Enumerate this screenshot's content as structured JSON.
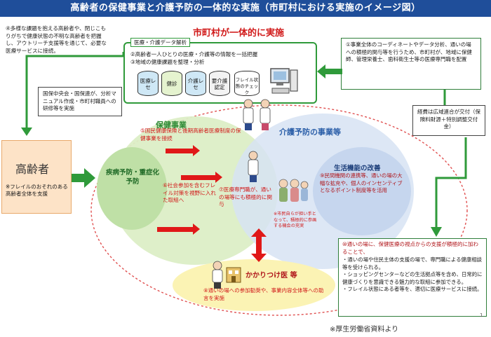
{
  "title": "高齢者の保健事業と介護予防の一体的な実施（市町村における実施のイメージ図）",
  "municipality_heading": "市町村が一体的に実施",
  "note4": "④多様な課題を抱える高齢者や、閉じこもりがちで健康状態の不明な高齢者を把握し、アウトリーチ支援等を通じて、必要な医療サービスに接続。",
  "data_analysis_tab": "医療・介護データ解析",
  "step2": "②高齢者一人ひとりの医療・介護等の情報を一括把握",
  "step3": "③地域の健康課題を整理・分析",
  "databases": [
    "医療レセ",
    "健診",
    "介護レセ",
    "要介護認定"
  ],
  "frail_check": "フレイル状態のチェック",
  "note1": "①事業全体のコーディネートやデータ分析、通いの場への積極的関与等を行うため、市町村が、地域に保健師、管理栄養士、歯科衛生士等の医療専門職を配置",
  "central_note": "国保中央会・国保連が、分析マニュアル作成・市町村職員への研修等を実施",
  "cost_note": "経費は広域連合が交付（保険料財源＋特別調整交付金）",
  "elderly_title": "高齢者",
  "elderly_note": "※フレイルのおそれのある高齢者全体を支援",
  "health_program": "保健事業",
  "care_prevention": "介護予防の事業等",
  "disease_prevention": "疾病予防・重症化予防",
  "step5": "⑤国民健康保険と後期高齢者医療制度の保健事業を接続",
  "step6": "⑥社会参加を含むフレイル対策を視野に入れた取組へ",
  "step7": "⑦医療専門職が、通いの場等にも積極的に関与",
  "life_function": "生活機能の改善",
  "step9": "⑨民間機関の連携等、通いの場の大幅な拡充や、個人のインセンティブとなるポイント制度等を活用",
  "resident_note": "※市民自らが担い手となって、積極的に参画する機会の充実",
  "family_doctor": "かかりつけ医 等",
  "step8": "⑧通いの場への参加勧奨や、事業内容全体等への助言を実施",
  "step10_head": "⑩通いの場に、保健医療の視点からの支援が積極的に加わることで、",
  "step10_items": [
    "通いの場や住民主体の支援の場で、専門職による健康相談等を受けられる。",
    "ショッピングセンターなどの生活拠点等を含め、日常的に健康づくりを意識できる魅力的な取組に参加できる。",
    "フレイル状態にある者等を、適切に医療サービスに接続。"
  ],
  "source": "※厚生労働省資料より",
  "page_number": "1",
  "colors": {
    "title_bg": "#1f4e9a",
    "green": "#2f9a3a",
    "red": "#e01818",
    "health_circle": "#dceec6",
    "care_circle": "#d7e3f3"
  }
}
